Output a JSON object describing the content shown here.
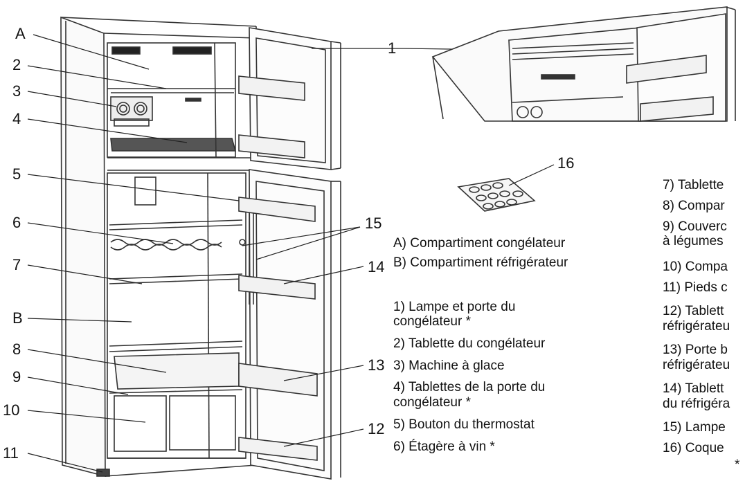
{
  "callouts": {
    "A": "A",
    "n2": "2",
    "n3": "3",
    "n4": "4",
    "n5": "5",
    "n6": "6",
    "n7": "7",
    "B": "B",
    "n8": "8",
    "n9": "9",
    "n10": "10",
    "n11": "11",
    "n1": "1",
    "n15": "15",
    "n14": "14",
    "n13": "13",
    "n12": "12",
    "n16": "16"
  },
  "legend_ab": {
    "a": "A) Compartiment congélateur",
    "b": "B) Compartiment réfrigérateur"
  },
  "legend_left": [
    "1) Lampe et porte du",
    "congélateur *",
    "2) Tablette du congélateur",
    "3) Machine à glace",
    "4) Tablettes de la porte du",
    "congélateur *",
    "5) Bouton du thermostat",
    "6) Étagère à vin *"
  ],
  "legend_right": [
    "7) Tablette",
    "8) Compar",
    "9) Couverc",
    "à légumes",
    "10) Compa",
    "11) Pieds c",
    "12) Tablett",
    "réfrigérateu",
    "13) Porte b",
    "réfrigérateu",
    "14) Tablett",
    "du réfrigéra",
    "15) Lampe",
    "16) Coque",
    "*"
  ]
}
